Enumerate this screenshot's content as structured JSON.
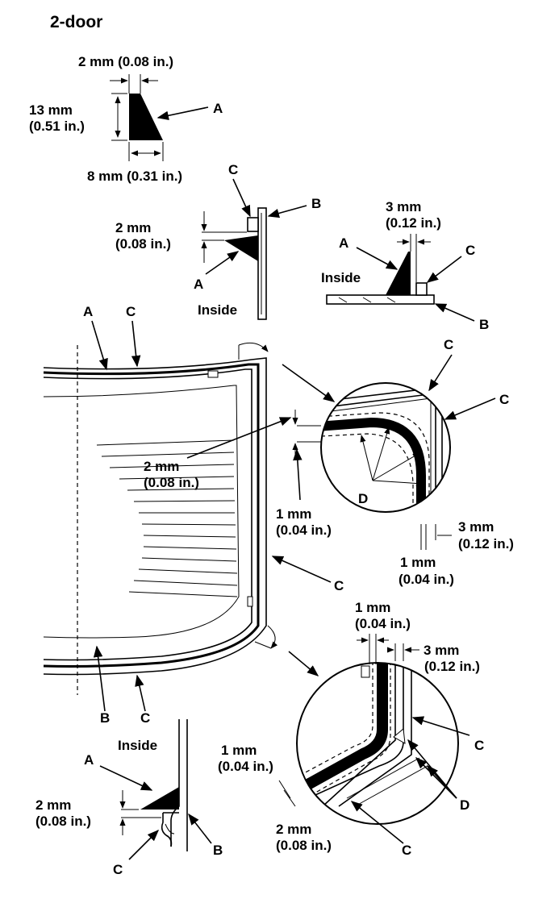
{
  "title": "2-door",
  "profile": {
    "width_top": "2 mm (0.08 in.)",
    "height_mm": "13 mm",
    "height_in": "(0.51 in.)",
    "width_bottom": "8 mm (0.31 in.)",
    "label_a": "A"
  },
  "detail_side": {
    "label_c": "C",
    "label_b": "B",
    "label_a": "A",
    "gap_mm": "2 mm",
    "gap_in": "(0.08 in.)",
    "inside": "Inside"
  },
  "detail_top_right": {
    "gap_mm": "3 mm",
    "gap_in": "(0.12 in.)",
    "label_a": "A",
    "label_c": "C",
    "label_b": "B",
    "inside": "Inside"
  },
  "main_view": {
    "label_a": "A",
    "label_c_top": "C",
    "label_c_right": "C",
    "label_b": "B",
    "label_c_bottom": "C",
    "gap1_mm": "2 mm",
    "gap1_in": "(0.08 in.)",
    "gap2_mm": "1 mm",
    "gap2_in": "(0.04 in.)"
  },
  "circle_upper": {
    "label_c1": "C",
    "label_c2": "C",
    "label_d": "D",
    "gap_a_mm": "3 mm",
    "gap_a_in": "(0.12 in.)",
    "gap_b_mm": "1 mm",
    "gap_b_in": "(0.04 in.)"
  },
  "circle_lower": {
    "top_mm": "1 mm",
    "top_in": "(0.04 in.)",
    "right_mm": "3 mm",
    "right_in": "(0.12 in.)",
    "label_c1": "C",
    "label_d": "D",
    "label_c2": "C",
    "left_mm": "1 mm",
    "left_in": "(0.04 in.)",
    "bottom_mm": "2 mm",
    "bottom_in": "(0.08 in.)"
  },
  "detail_bottom_left": {
    "inside": "Inside",
    "label_a": "A",
    "gap_mm": "2 mm",
    "gap_in": "(0.08 in.)",
    "label_c": "C",
    "label_b": "B"
  }
}
